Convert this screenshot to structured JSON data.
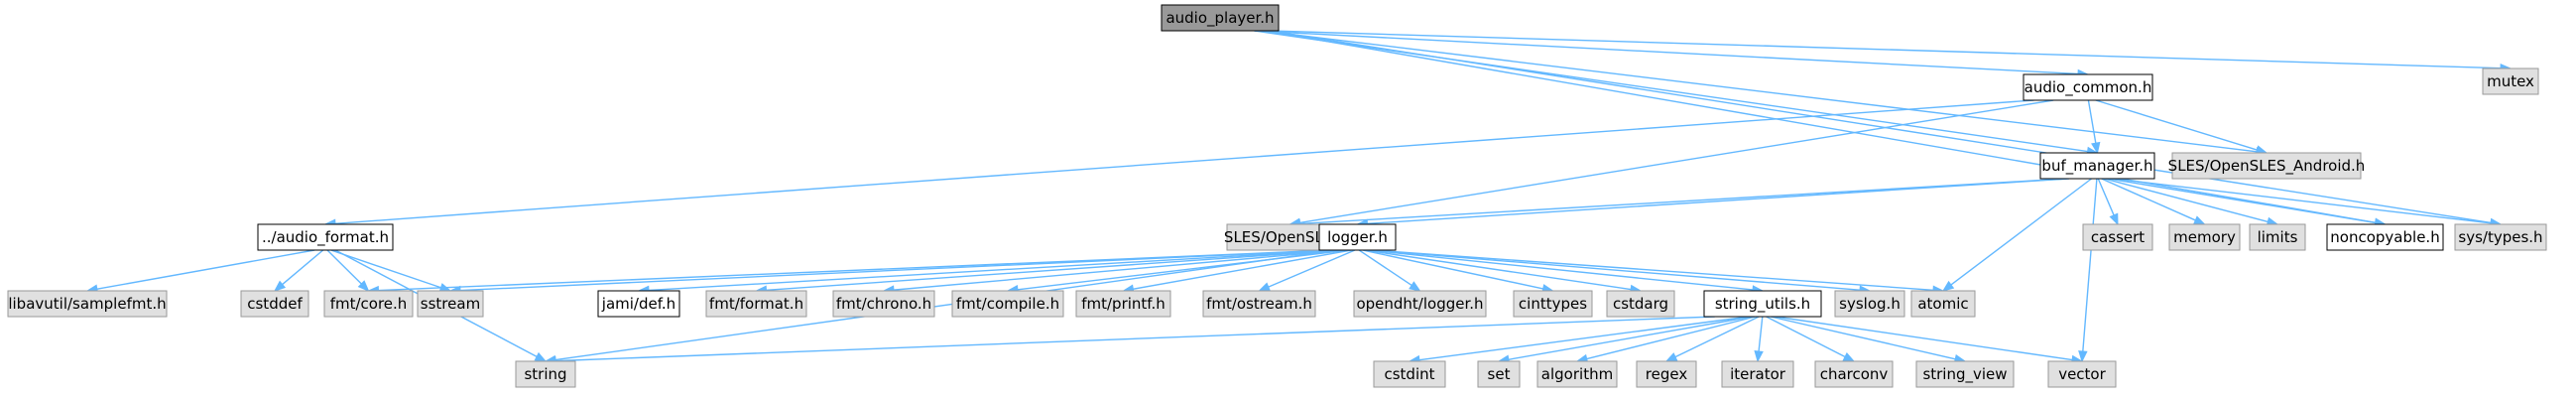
{
  "graph": {
    "colors": {
      "root_fill": "#999999",
      "local_fill": "#ffffff",
      "system_fill": "#e0e0e0",
      "node_border_dark": "#000000",
      "node_border_system": "#999999",
      "edge": "#63b8ff"
    },
    "nodes": [
      {
        "id": "audio_player",
        "label": "audio_player.h",
        "kind": "root"
      },
      {
        "id": "audio_common",
        "label": "audio_common.h",
        "kind": "local"
      },
      {
        "id": "mutex",
        "label": "mutex",
        "kind": "system"
      },
      {
        "id": "buf_manager",
        "label": "buf_manager.h",
        "kind": "local"
      },
      {
        "id": "sles_android",
        "label": "SLES/OpenSLES_Android.h",
        "kind": "system"
      },
      {
        "id": "audio_format",
        "label": "../audio_format.h",
        "kind": "local"
      },
      {
        "id": "sles",
        "label": "SLES/OpenSLES.h",
        "kind": "system"
      },
      {
        "id": "logger",
        "label": "logger.h",
        "kind": "local"
      },
      {
        "id": "cassert",
        "label": "cassert",
        "kind": "system"
      },
      {
        "id": "memory",
        "label": "memory",
        "kind": "system"
      },
      {
        "id": "limits",
        "label": "limits",
        "kind": "system"
      },
      {
        "id": "noncopyable",
        "label": "noncopyable.h",
        "kind": "local"
      },
      {
        "id": "systypes",
        "label": "sys/types.h",
        "kind": "system"
      },
      {
        "id": "samplefmt",
        "label": "libavutil/samplefmt.h",
        "kind": "system"
      },
      {
        "id": "cstddef",
        "label": "cstddef",
        "kind": "system"
      },
      {
        "id": "fmtcore",
        "label": "fmt/core.h",
        "kind": "system"
      },
      {
        "id": "sstream",
        "label": "sstream",
        "kind": "system"
      },
      {
        "id": "jamidef",
        "label": "jami/def.h",
        "kind": "local"
      },
      {
        "id": "fmtformat",
        "label": "fmt/format.h",
        "kind": "system"
      },
      {
        "id": "fmtchrono",
        "label": "fmt/chrono.h",
        "kind": "system"
      },
      {
        "id": "fmtcompile",
        "label": "fmt/compile.h",
        "kind": "system"
      },
      {
        "id": "fmtprintf",
        "label": "fmt/printf.h",
        "kind": "system"
      },
      {
        "id": "fmtostream",
        "label": "fmt/ostream.h",
        "kind": "system"
      },
      {
        "id": "opendht",
        "label": "opendht/logger.h",
        "kind": "system"
      },
      {
        "id": "cinttypes",
        "label": "cinttypes",
        "kind": "system"
      },
      {
        "id": "cstdarg",
        "label": "cstdarg",
        "kind": "system"
      },
      {
        "id": "string_utils",
        "label": "string_utils.h",
        "kind": "local"
      },
      {
        "id": "syslog",
        "label": "syslog.h",
        "kind": "system"
      },
      {
        "id": "atomic",
        "label": "atomic",
        "kind": "system"
      },
      {
        "id": "string",
        "label": "string",
        "kind": "system"
      },
      {
        "id": "cstdint",
        "label": "cstdint",
        "kind": "system"
      },
      {
        "id": "set",
        "label": "set",
        "kind": "system"
      },
      {
        "id": "algorithm",
        "label": "algorithm",
        "kind": "system"
      },
      {
        "id": "regex",
        "label": "regex",
        "kind": "system"
      },
      {
        "id": "iterator",
        "label": "iterator",
        "kind": "system"
      },
      {
        "id": "charconv",
        "label": "charconv",
        "kind": "system"
      },
      {
        "id": "string_view",
        "label": "string_view",
        "kind": "system"
      },
      {
        "id": "vector",
        "label": "vector",
        "kind": "system"
      }
    ],
    "edges": [
      {
        "from": "audio_player",
        "to": "audio_common"
      },
      {
        "from": "audio_player",
        "to": "mutex"
      },
      {
        "from": "audio_player",
        "to": "buf_manager"
      },
      {
        "from": "audio_player",
        "to": "sles_android"
      },
      {
        "from": "audio_player",
        "to": "noncopyable"
      },
      {
        "from": "audio_player",
        "to": "systypes"
      },
      {
        "from": "audio_common",
        "to": "buf_manager"
      },
      {
        "from": "audio_common",
        "to": "sles_android"
      },
      {
        "from": "audio_common",
        "to": "audio_format"
      },
      {
        "from": "audio_common",
        "to": "sles"
      },
      {
        "from": "buf_manager",
        "to": "sles"
      },
      {
        "from": "buf_manager",
        "to": "logger"
      },
      {
        "from": "buf_manager",
        "to": "cassert"
      },
      {
        "from": "buf_manager",
        "to": "memory"
      },
      {
        "from": "buf_manager",
        "to": "limits"
      },
      {
        "from": "buf_manager",
        "to": "noncopyable"
      },
      {
        "from": "buf_manager",
        "to": "systypes"
      },
      {
        "from": "buf_manager",
        "to": "atomic"
      },
      {
        "from": "buf_manager",
        "to": "vector"
      },
      {
        "from": "audio_format",
        "to": "samplefmt"
      },
      {
        "from": "audio_format",
        "to": "cstddef"
      },
      {
        "from": "audio_format",
        "to": "fmtcore"
      },
      {
        "from": "audio_format",
        "to": "sstream"
      },
      {
        "from": "audio_format",
        "to": "string"
      },
      {
        "from": "logger",
        "to": "fmtcore"
      },
      {
        "from": "logger",
        "to": "sstream"
      },
      {
        "from": "logger",
        "to": "string"
      },
      {
        "from": "logger",
        "to": "jamidef"
      },
      {
        "from": "logger",
        "to": "fmtformat"
      },
      {
        "from": "logger",
        "to": "fmtchrono"
      },
      {
        "from": "logger",
        "to": "fmtcompile"
      },
      {
        "from": "logger",
        "to": "fmtprintf"
      },
      {
        "from": "logger",
        "to": "fmtostream"
      },
      {
        "from": "logger",
        "to": "opendht"
      },
      {
        "from": "logger",
        "to": "cinttypes"
      },
      {
        "from": "logger",
        "to": "cstdarg"
      },
      {
        "from": "logger",
        "to": "string_utils"
      },
      {
        "from": "logger",
        "to": "syslog"
      },
      {
        "from": "logger",
        "to": "atomic"
      },
      {
        "from": "string_utils",
        "to": "string"
      },
      {
        "from": "string_utils",
        "to": "cstdint"
      },
      {
        "from": "string_utils",
        "to": "set"
      },
      {
        "from": "string_utils",
        "to": "algorithm"
      },
      {
        "from": "string_utils",
        "to": "regex"
      },
      {
        "from": "string_utils",
        "to": "iterator"
      },
      {
        "from": "string_utils",
        "to": "charconv"
      },
      {
        "from": "string_utils",
        "to": "string_view"
      },
      {
        "from": "string_utils",
        "to": "vector"
      }
    ]
  }
}
